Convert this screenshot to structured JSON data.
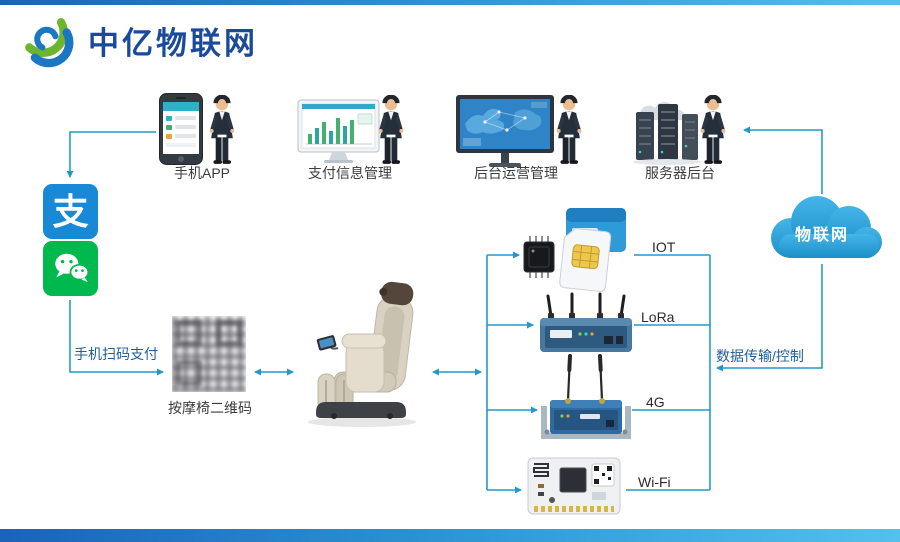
{
  "logo": {
    "title": "中亿物联网"
  },
  "top_row": {
    "app_label": "手机APP",
    "payment_label": "支付信息管理",
    "operations_label": "后台运营管理",
    "server_label": "服务器后台"
  },
  "left_column": {
    "alipay_glyph": "支",
    "scan_label": "手机扫码支付",
    "qr_label": "按摩椅二维码"
  },
  "device_labels": {
    "iot": "IOT",
    "lora": "LoRa",
    "fourg": "4G",
    "wifi": "Wi-Fi"
  },
  "right_column": {
    "cloud_label": "物联网",
    "transfer_label": "数据传输/控制"
  },
  "colors": {
    "arrow": "#2399cb",
    "brand_blue": "#1a4a9c",
    "alipay_blue": "#1789d6",
    "wechat_green": "#00b94e",
    "cloud_blue": "#2aa3d8"
  }
}
